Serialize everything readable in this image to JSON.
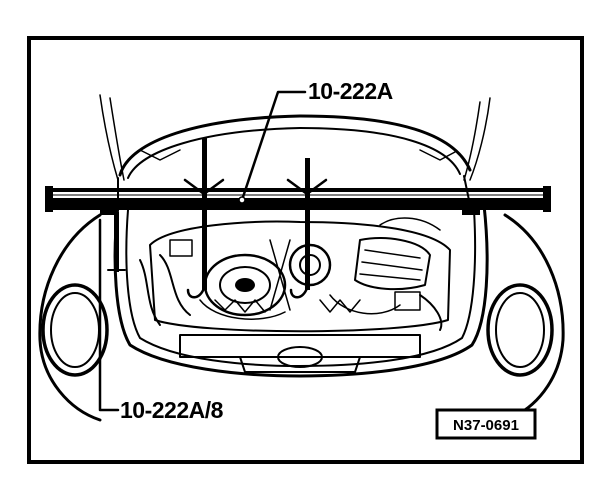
{
  "labels": {
    "tool_main": "10-222A",
    "tool_adapter": "10-222A/8"
  },
  "figure_id": "N37-0691",
  "colors": {
    "ink": "#000000",
    "paper": "#ffffff"
  }
}
